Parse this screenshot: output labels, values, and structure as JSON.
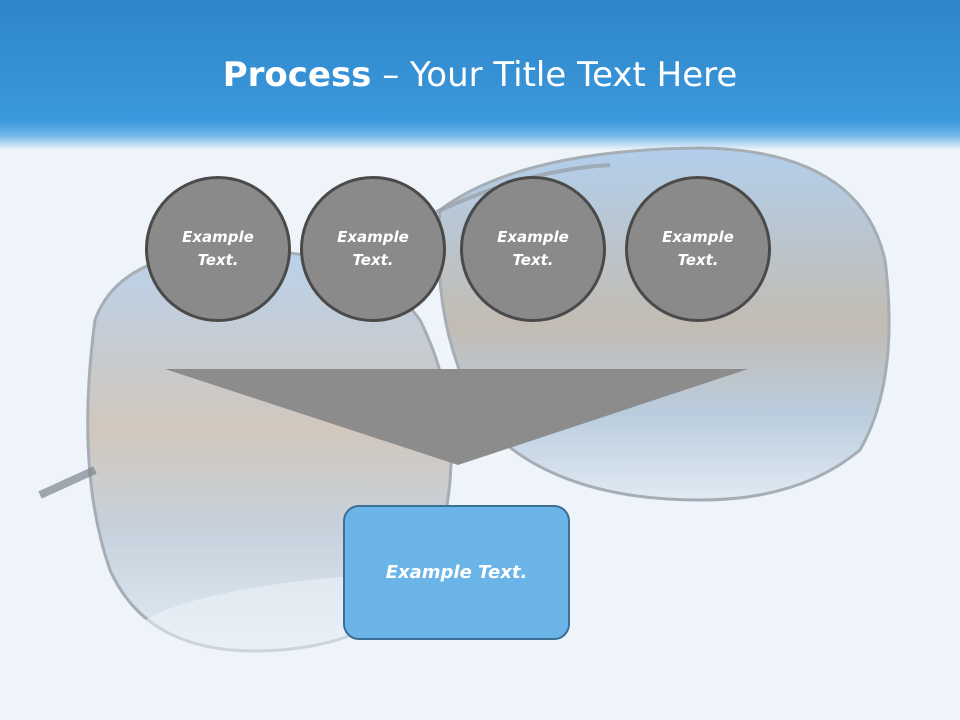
{
  "slide": {
    "title_bold": "Process",
    "title_rest": " – Your Title Text Here"
  },
  "steps": [
    {
      "line1": "Example",
      "line2": "Text."
    },
    {
      "line1": "Example",
      "line2": "Text."
    },
    {
      "line1": "Example",
      "line2": "Text."
    },
    {
      "line1": "Example",
      "line2": "Text."
    }
  ],
  "result": {
    "label": "Example Text."
  },
  "colors": {
    "header_blue": "#3a98dc",
    "circle_fill": "#8a8a8a",
    "funnel_fill": "#8c8c8c",
    "result_fill": "#6ab4e8"
  }
}
